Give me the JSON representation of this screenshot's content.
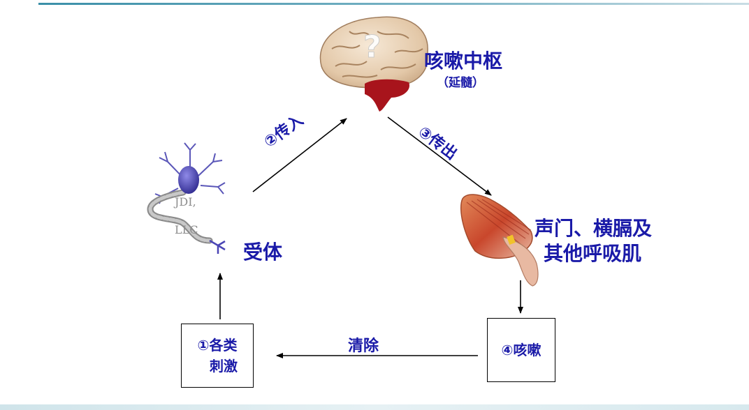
{
  "center": {
    "title": "咳嗽中枢",
    "sub": "（延髓）"
  },
  "receptor": {
    "label": "受体",
    "watermark1": "JDI,",
    "watermark2": "LLC"
  },
  "afferent": "②传入",
  "efferent": "③传出",
  "muscle": {
    "line1": "声门、横膈及",
    "line2": "其他呼吸肌"
  },
  "stimuli": {
    "line1": "①各类",
    "line2": "刺激"
  },
  "cough": "④咳嗽",
  "clear": "清除",
  "colors": {
    "label_blue": "#1a1aa8",
    "arrow": "#000000",
    "neuron": "#4a45b5",
    "brainstem": "#a8141c"
  },
  "icons": [
    "brain-illustration",
    "neuron-illustration",
    "muscle-illustration",
    "question-mark-icon"
  ]
}
